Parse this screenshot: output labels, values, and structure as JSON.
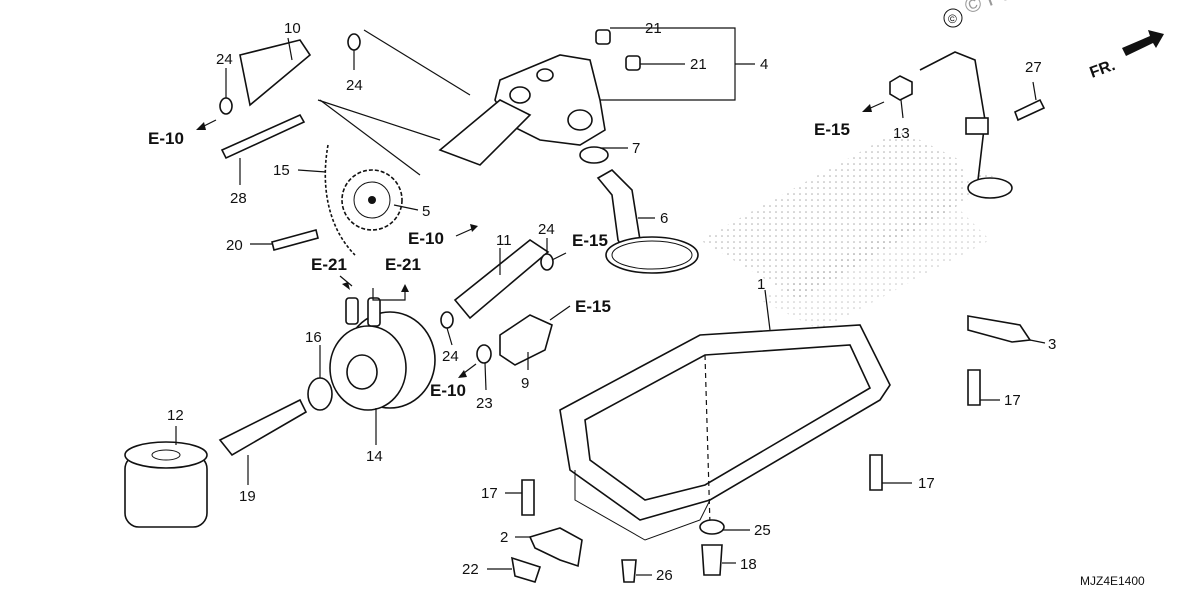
{
  "watermark": "© Par",
  "direction_label": "FR.",
  "diagram_code": "MJZ4E1400",
  "callouts": {
    "c1": "1",
    "c2": "2",
    "c3": "3",
    "c4": "4",
    "c5": "5",
    "c6": "6",
    "c7": "7",
    "c9": "9",
    "c10": "10",
    "c11": "11",
    "c12": "12",
    "c13": "13",
    "c14": "14",
    "c15": "15",
    "c16": "16",
    "c17a": "17",
    "c17b": "17",
    "c17c": "17",
    "c18": "18",
    "c19": "19",
    "c20": "20",
    "c21a": "21",
    "c21b": "21",
    "c22": "22",
    "c23": "23",
    "c24a": "24",
    "c24b": "24",
    "c24c": "24",
    "c24d": "24",
    "c25": "25",
    "c26": "26",
    "c27": "27",
    "c28": "28"
  },
  "references": {
    "e10_left": "E-10",
    "e10_mid": "E-10",
    "e10_low": "E-10",
    "e15_top": "E-15",
    "e15_mid": "E-15",
    "e15_right": "E-15",
    "e21_left": "E-21",
    "e21_right": "E-21"
  }
}
